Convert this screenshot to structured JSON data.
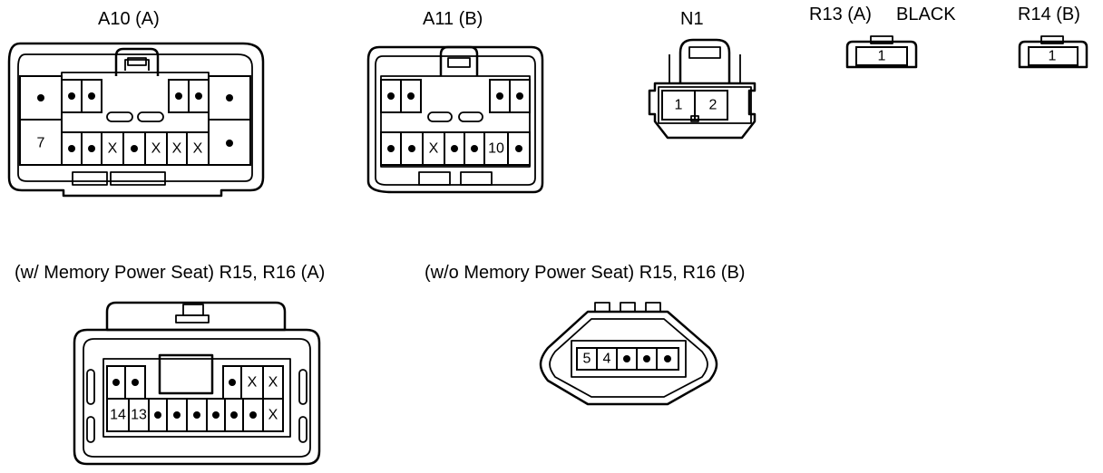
{
  "connectors": {
    "a10": {
      "label": "A10 (A)",
      "pins": [
        "7"
      ],
      "marker_x": "X"
    },
    "a11": {
      "label": "A11 (B)",
      "pins": [
        "10"
      ],
      "marker_x": "X"
    },
    "n1": {
      "label": "N1",
      "pins": [
        "1",
        "2"
      ]
    },
    "r13": {
      "label": "R13 (A)",
      "color_note": "BLACK",
      "pins": [
        "1"
      ]
    },
    "r14": {
      "label": "R14 (B)",
      "pins": [
        "1"
      ]
    },
    "r15a": {
      "label": "(w/ Memory Power Seat)  R15, R16 (A)",
      "pins": [
        "14",
        "13"
      ],
      "marker_x": "X"
    },
    "r15b": {
      "label": "(w/o Memory Power Seat)  R15, R16 (B)",
      "pins": [
        "5",
        "4"
      ]
    }
  }
}
